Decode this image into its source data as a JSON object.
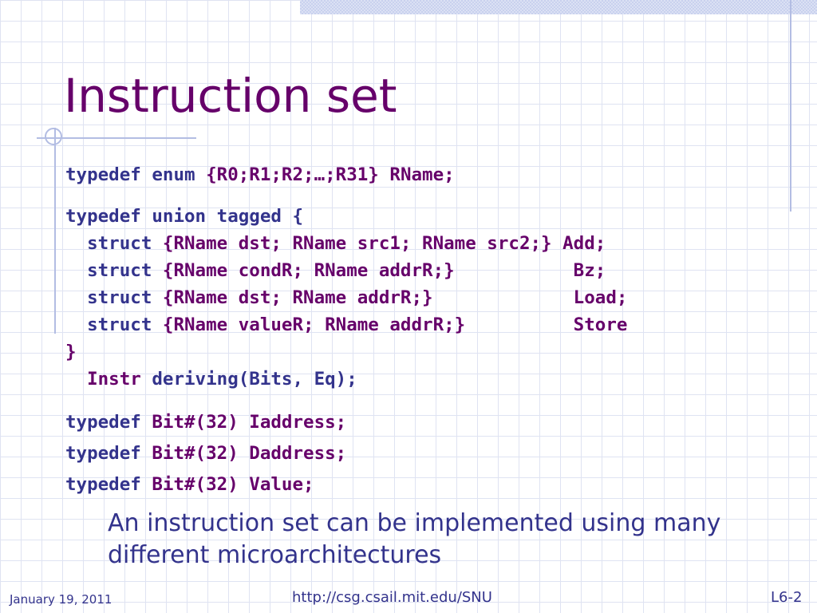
{
  "slide": {
    "title": "Instruction set",
    "code_block_1": {
      "kw": "typedef enum ",
      "rest": "{R0;R1;R2;…;R31} RName;"
    },
    "code_block_2": {
      "line_1": "typedef union tagged {",
      "struct_kw": "  struct ",
      "line_2": "{RName dst; RName src1; RName src2;} Add;",
      "line_3": "{RName condR; RName addrR;}           Bz;",
      "line_4": "{RName dst; RName addrR;}             Load;",
      "line_5": "{RName valueR; RName addrR;}          Store",
      "line_6": "}",
      "line_7_kw": "  Instr ",
      "line_7": "deriving(Bits, Eq);"
    },
    "code_block_3": {
      "kw": "typedef ",
      "line_1": "Bit#(32) Iaddress;",
      "line_2": "Bit#(32) Daddress;",
      "line_3": "Bit#(32) Value;"
    },
    "note": "An instruction set can be implemented using many different microarchitectures"
  },
  "footer": {
    "date": "January 19, 2011",
    "url": "http://csg.csail.mit.edu/SNU",
    "page": "L6-2"
  },
  "colors": {
    "title": "#66006a",
    "text": "#33338c",
    "grid": "#dfe3f2",
    "accent_line": "#b3bde3"
  }
}
